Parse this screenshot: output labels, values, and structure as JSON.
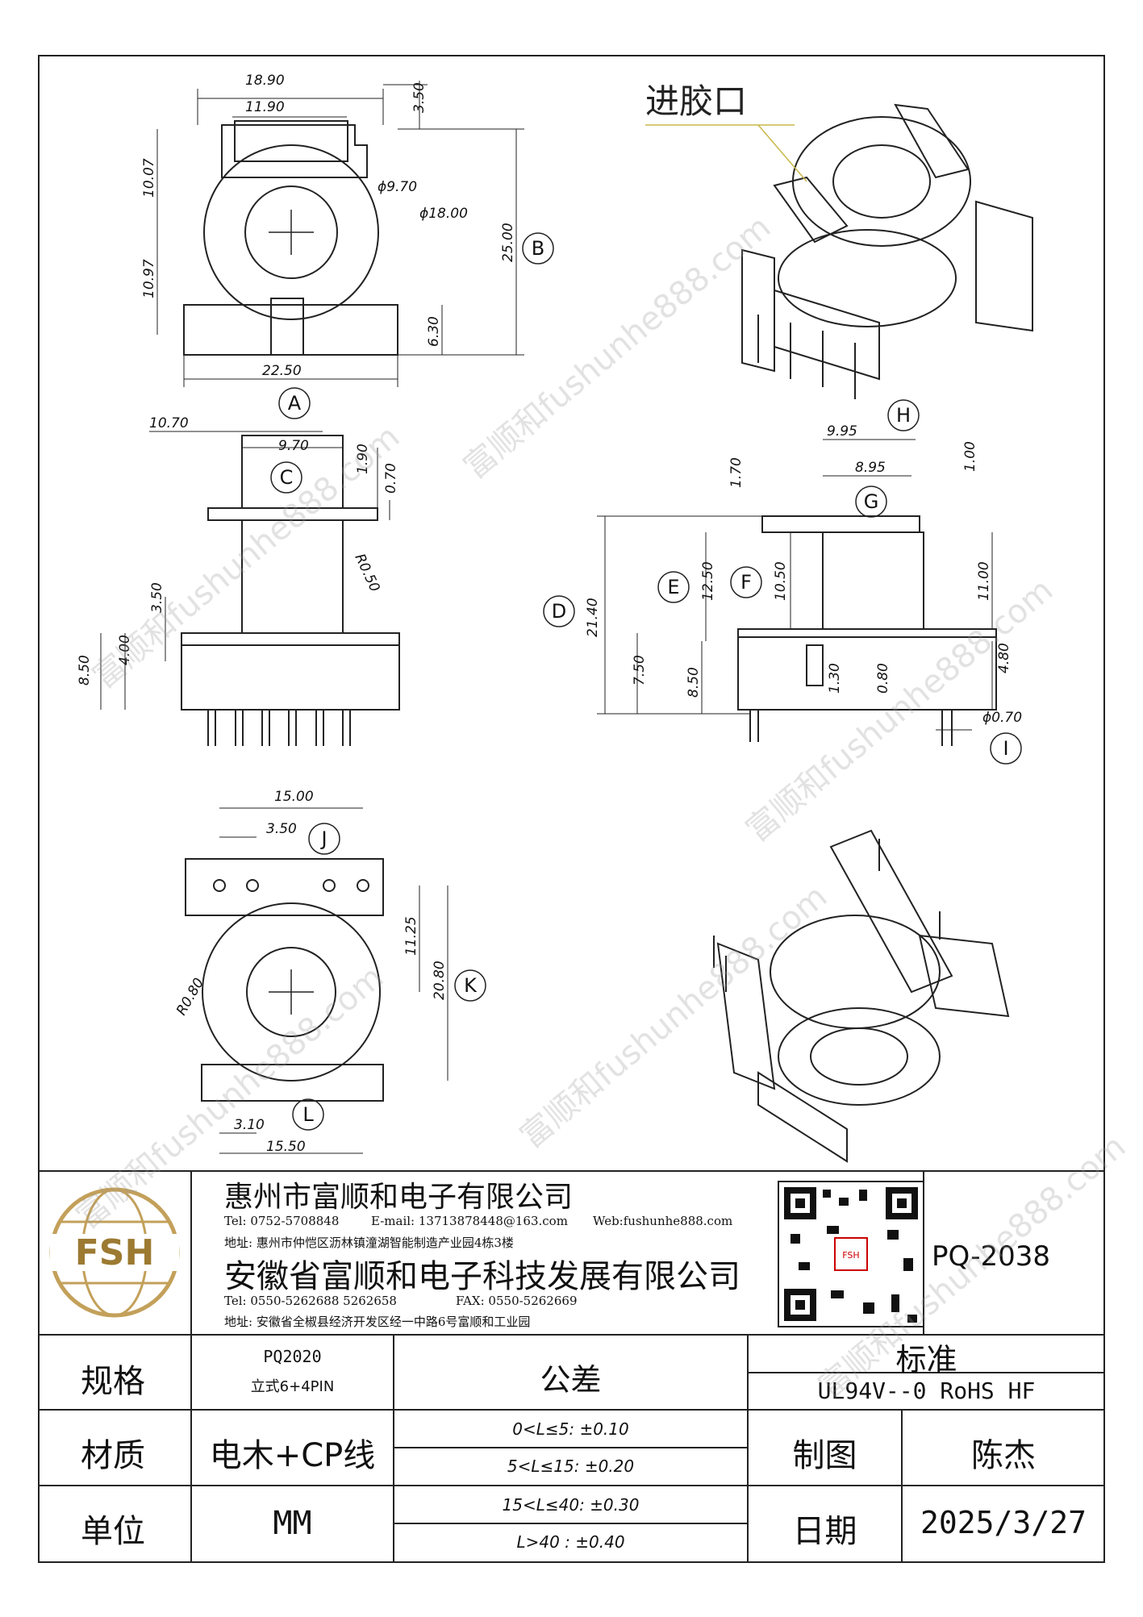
{
  "drawing": {
    "gate_label": "进胶口",
    "views": {
      "top": {
        "dims": [
          "18.90",
          "11.90",
          "3.50",
          "10.07",
          "10.97",
          "ϕ9.70",
          "ϕ18.00",
          "25.00",
          "6.30",
          "22.50"
        ],
        "markers": [
          "A",
          "B"
        ]
      },
      "front": {
        "dims": [
          "10.70",
          "9.70",
          "1.90",
          "0.70",
          "R0.50",
          "3.50",
          "4.00",
          "8.50"
        ],
        "markers": [
          "C"
        ]
      },
      "side": {
        "dims": [
          "9.95",
          "8.95",
          "1.70",
          "1.00",
          "12.50",
          "10.50",
          "11.00",
          "21.40",
          "7.50",
          "8.50",
          "1.30",
          "0.80",
          "4.80",
          "ϕ0.70"
        ],
        "markers": [
          "D",
          "E",
          "F",
          "G",
          "H",
          "I"
        ]
      },
      "bottom": {
        "dims": [
          "15.00",
          "3.50",
          "11.25",
          "20.80",
          "R0.80",
          "3.10",
          "15.50"
        ],
        "markers": [
          "J",
          "K",
          "L"
        ]
      }
    }
  },
  "company": {
    "logo_text": "FSH",
    "name1": "惠州市富顺和电子有限公司",
    "tel1": "Tel: 0752-5708848",
    "email": "E-mail: 13713878448@163.com",
    "web": "Web:fushunhe888.com",
    "addr1": "地址: 惠州市仲恺区沥林镇潼湖智能制造产业园4栋3楼",
    "name2": "安徽省富顺和电子科技发展有限公司",
    "tel2": "Tel: 0550-5262688  5262658",
    "fax": "FAX: 0550-5262669",
    "addr2": "地址: 安徽省全椒县经济开发区经一中路6号富顺和工业园",
    "part_no": "PQ-2038"
  },
  "table": {
    "spec_label": "规格",
    "spec_value_1": "PQ2020",
    "spec_value_2": "立式6+4PIN",
    "tolerance_label": "公差",
    "standard_label": "标准",
    "standard_value": "UL94V--0  RoHS HF",
    "material_label": "材质",
    "material_value": "电木+CP线",
    "tol_1": "0<L≤5: ±0.10",
    "tol_2": "5<L≤15: ±0.20",
    "tol_3": "15<L≤40: ±0.30",
    "tol_4": "L>40 :  ±0.40",
    "drawn_label": "制图",
    "drawn_value": "陈杰",
    "unit_label": "单位",
    "unit_value": "MM",
    "date_label": "日期",
    "date_value": "2025/3/27"
  },
  "watermark": "富顺和fushunhe888.com"
}
